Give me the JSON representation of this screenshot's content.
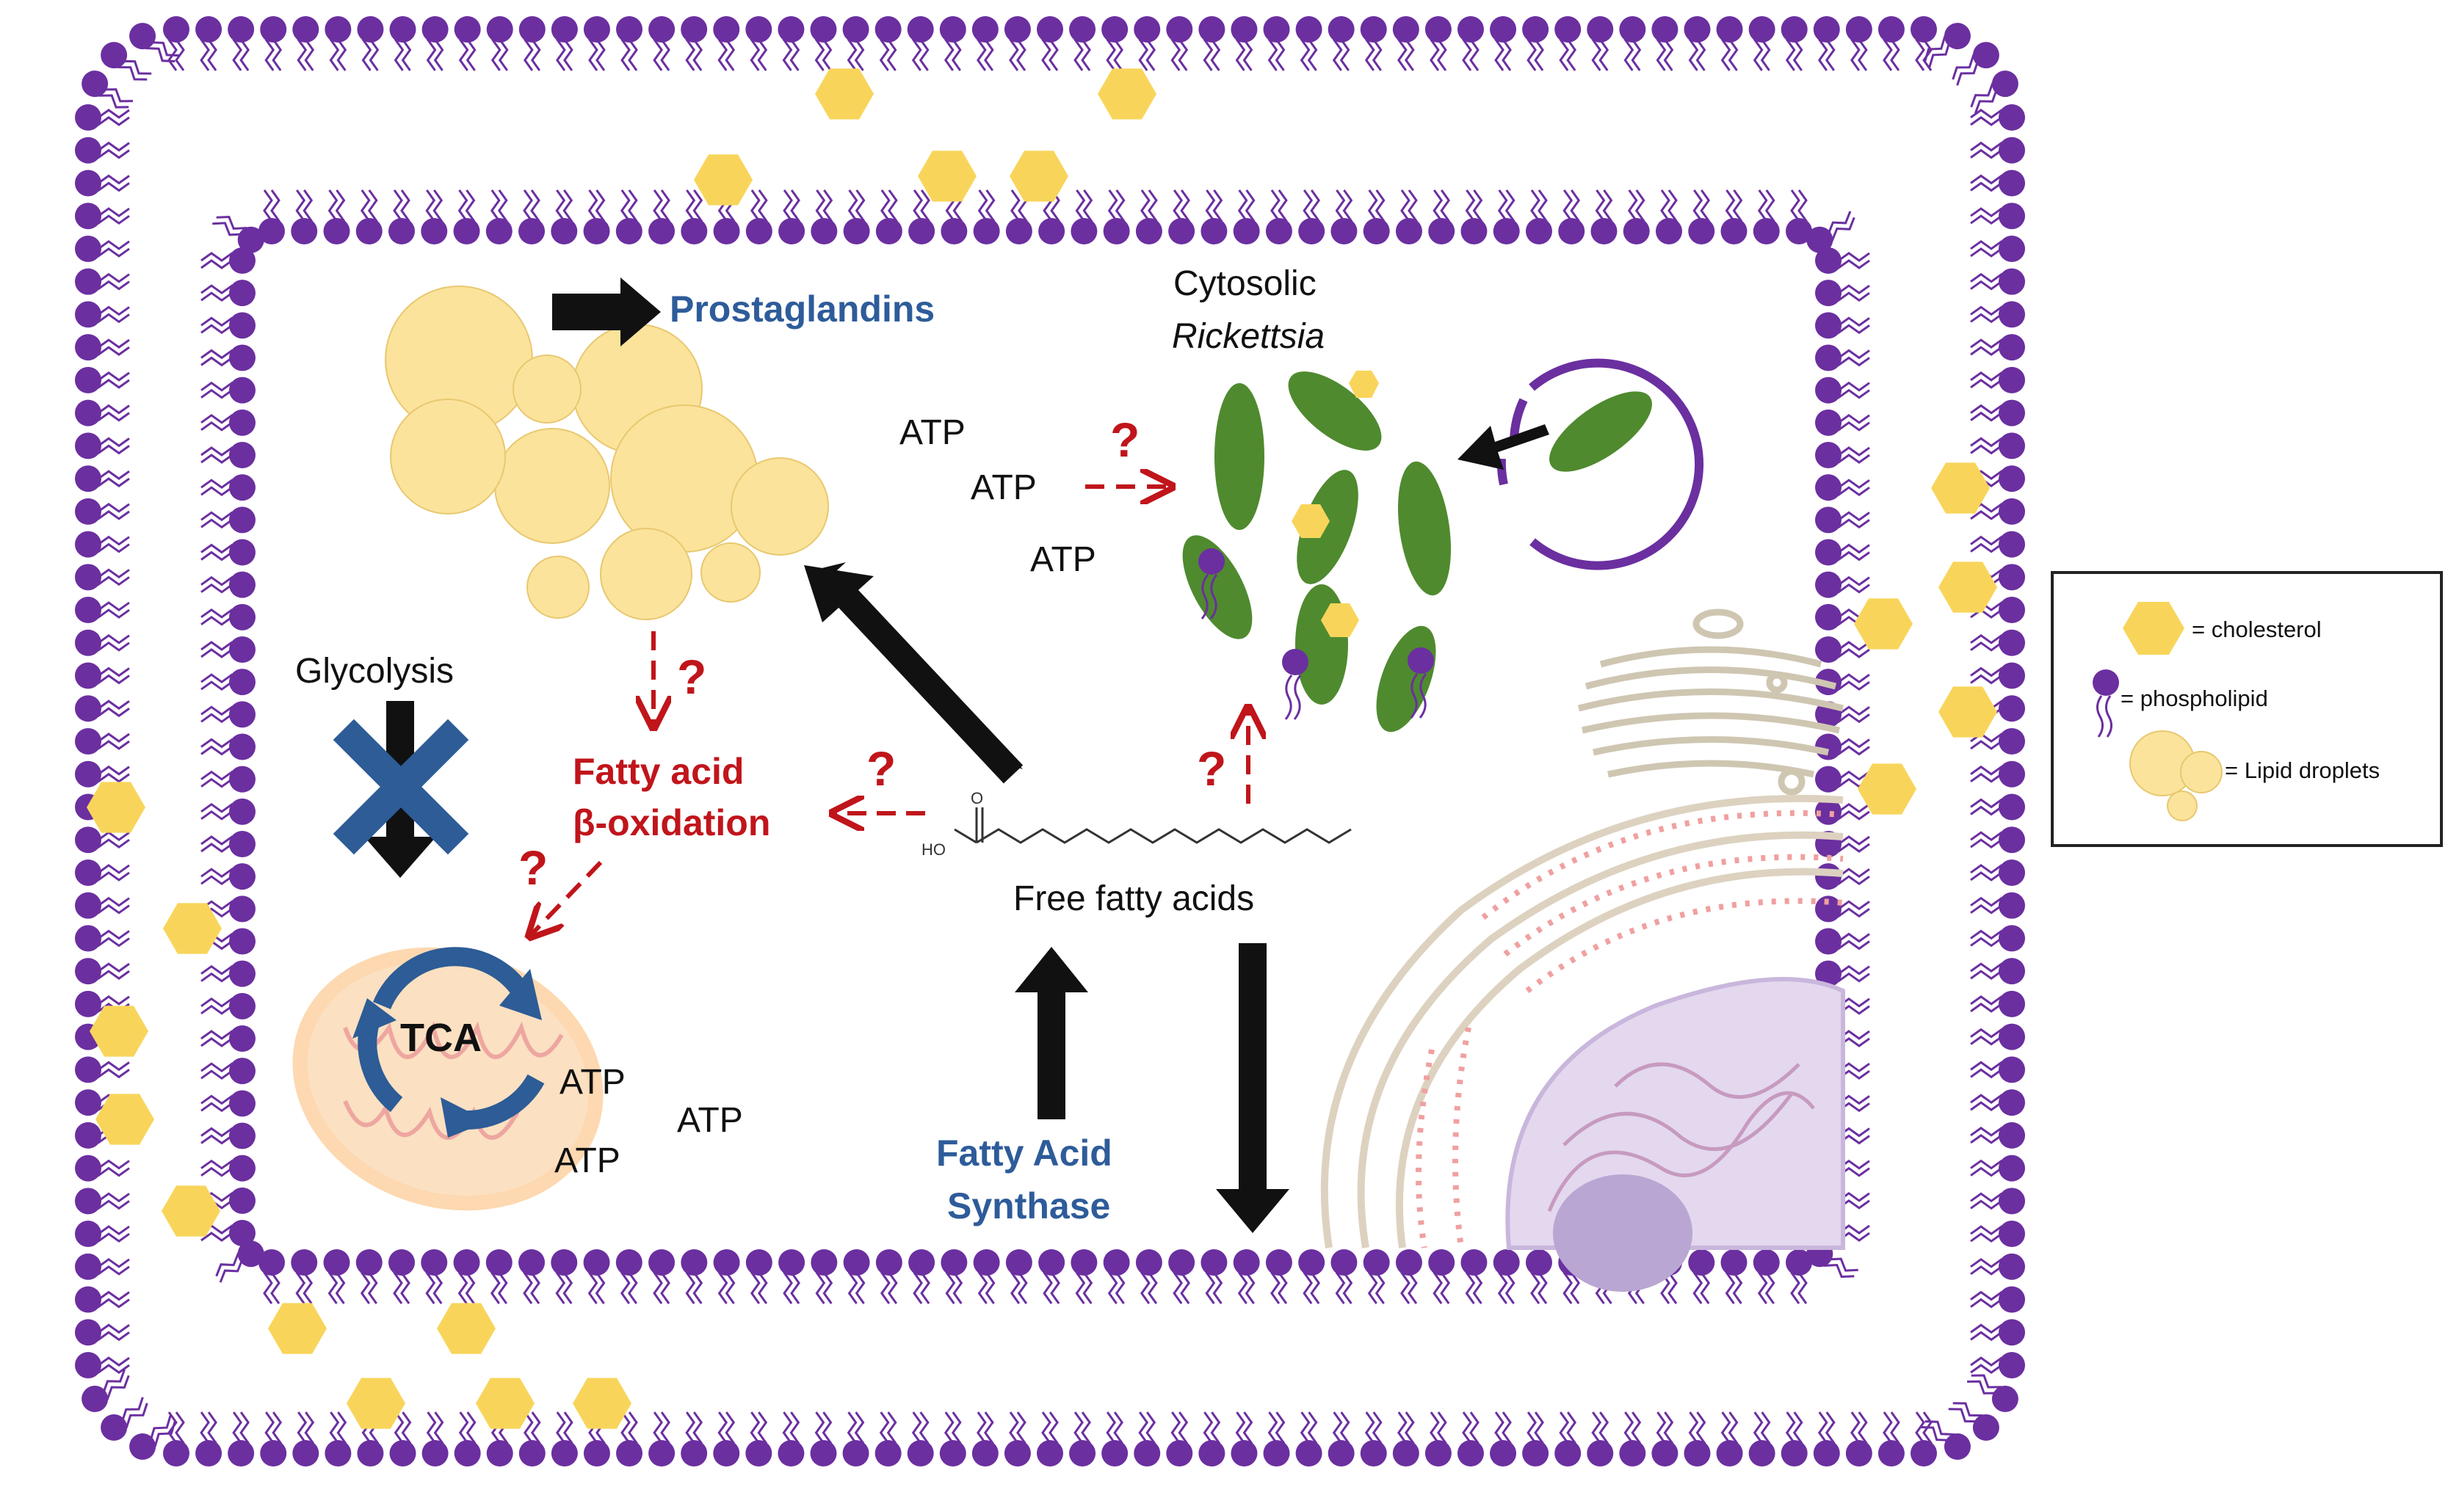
{
  "labels": {
    "prostaglandins": "Prostaglandins",
    "cytosolic": "Cytosolic",
    "rickettsia": "Rickettsia",
    "glycolysis": "Glycolysis",
    "fatty_acid_line1": "Fatty acid",
    "fatty_acid_line2": "β-oxidation",
    "free_fatty_acids": "Free fatty acids",
    "fas_line1": "Fatty Acid",
    "fas_line2": "Synthase",
    "tca": "TCA",
    "atp": "ATP",
    "question": "?",
    "ho": "HO",
    "o": "O"
  },
  "legend": {
    "cholesterol": "= cholesterol",
    "phospholipid": "= phospholipid",
    "lipid_droplets": "= Lipid droplets"
  },
  "colors": {
    "membrane_purple": "#6b2fa0",
    "cholesterol_yellow": "#f8d55a",
    "droplet_yellow": "#fbe39b",
    "rickettsia_green": "#4f8a2f",
    "label_blue": "#2e5c9a",
    "question_red": "#c0151b",
    "tca_blue": "#2d5c96",
    "mitochondrion": "#fdd8b0",
    "nucleus": "#e3d8ee",
    "er_pink": "#f0a0a0",
    "legend_border": "#222222"
  },
  "icons": {
    "blocked_glycolysis": "x-mark-icon",
    "cycle": "circular-arrows-icon",
    "fatty_acid_chain": "zigzag-chain-icon"
  }
}
